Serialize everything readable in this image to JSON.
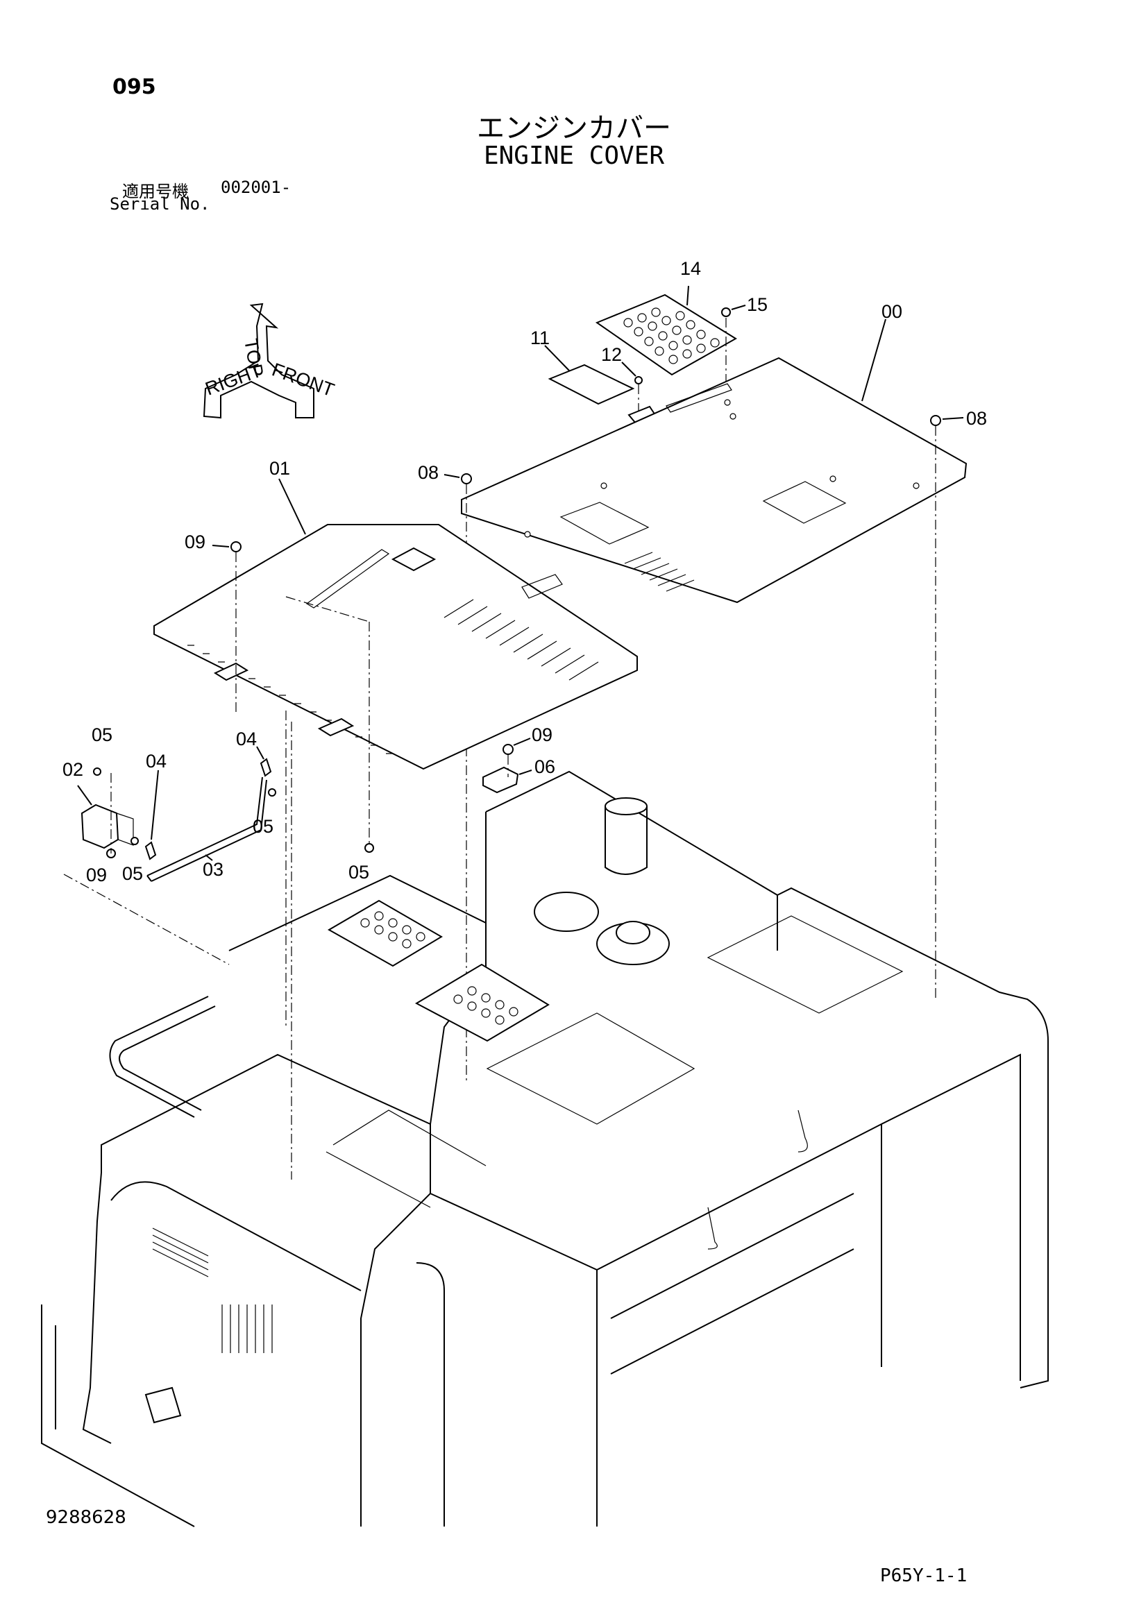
{
  "header": {
    "page_number": "095",
    "title_jp": "エンジンカバー",
    "title_en": "ENGINE COVER",
    "serial_label_jp": "適用号機",
    "serial_value": "002001-",
    "serial_label_en": "Serial No."
  },
  "orientation_marker": {
    "labels": [
      "TOP",
      "FRONT",
      "RIGHT"
    ]
  },
  "callouts": [
    "00",
    "01",
    "02",
    "03",
    "04",
    "04",
    "05",
    "05",
    "05",
    "05",
    "06",
    "08",
    "08",
    "09",
    "09",
    "09",
    "11",
    "12",
    "14",
    "15"
  ],
  "footer": {
    "doc_number": "9288628",
    "drawing_code": "P65Y-1-1"
  }
}
